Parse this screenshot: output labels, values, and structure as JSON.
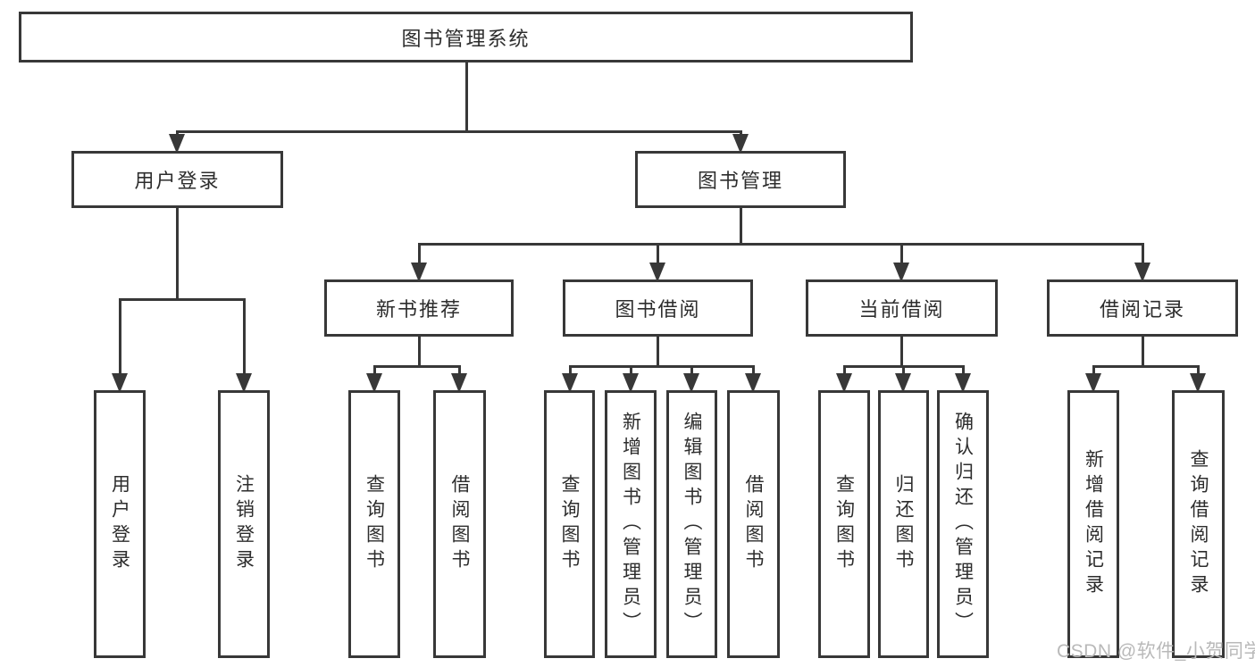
{
  "diagram": {
    "type": "functional-structure-tree",
    "colors": {
      "line": "#383838",
      "box_border": "#383838",
      "text": "#2d2d2d",
      "watermark": "#b9b9b9",
      "background": "#ffffff"
    },
    "watermark": "CSDN @软件_小贺同学",
    "tree": {
      "label": "图书管理系统",
      "children": [
        {
          "label": "用户登录",
          "children": [
            {
              "label": "用户登录"
            },
            {
              "label": "注销登录"
            }
          ]
        },
        {
          "label": "图书管理",
          "children": [
            {
              "label": "新书推荐",
              "children": [
                {
                  "label": "查询图书"
                },
                {
                  "label": "借阅图书"
                }
              ]
            },
            {
              "label": "图书借阅",
              "children": [
                {
                  "label": "查询图书"
                },
                {
                  "label": "新增图书（管理员）"
                },
                {
                  "label": "编辑图书（管理员）"
                },
                {
                  "label": "借阅图书"
                }
              ]
            },
            {
              "label": "当前借阅",
              "children": [
                {
                  "label": "查询图书"
                },
                {
                  "label": "归还图书"
                },
                {
                  "label": "确认归还（管理员）"
                }
              ]
            },
            {
              "label": "借阅记录",
              "children": [
                {
                  "label": "新增借阅记录"
                },
                {
                  "label": "查询借阅记录"
                }
              ]
            }
          ]
        }
      ]
    }
  }
}
